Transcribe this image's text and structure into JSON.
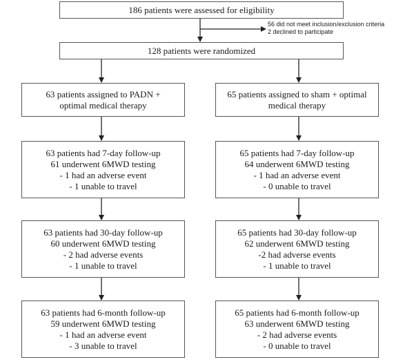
{
  "flowchart": {
    "assessed": [
      "186 patients were assessed for eligibility"
    ],
    "excluded": [
      "56 did not meet inclusion/exclusion criteria",
      "2 declined to participate"
    ],
    "randomized": [
      "128 patients were randomized"
    ],
    "left": {
      "assigned": [
        "63 patients assigned to PADN +",
        "optimal medical therapy"
      ],
      "day7": [
        "63 patients had 7-day follow-up",
        "61 underwent 6MWD testing",
        "- 1 had an adverse event",
        "- 1 unable to travel"
      ],
      "day30": [
        "63 patients had 30-day follow-up",
        "60 underwent 6MWD testing",
        "- 2 had adverse events",
        "- 1 unable to travel"
      ],
      "month6": [
        "63 patients had 6-month follow-up",
        "59 underwent 6MWD testing",
        "- 1 had an adverse event",
        "- 3 unable to travel"
      ]
    },
    "right": {
      "assigned": [
        "65 patients assigned to sham + optimal",
        "medical therapy"
      ],
      "day7": [
        "65 patients had 7-day follow-up",
        "64 underwent 6MWD testing",
        "- 1 had an adverse event",
        "- 0 unable to travel"
      ],
      "day30": [
        "65 patients had 30-day follow-up",
        "62 underwent 6MWD testing",
        "-2 had adverse events",
        "- 1 unable to travel"
      ],
      "month6": [
        "65 patients had 6-month follow-up",
        "63 underwent 6MWD testing",
        "- 2 had adverse events",
        "- 0 unable to travel"
      ]
    }
  }
}
